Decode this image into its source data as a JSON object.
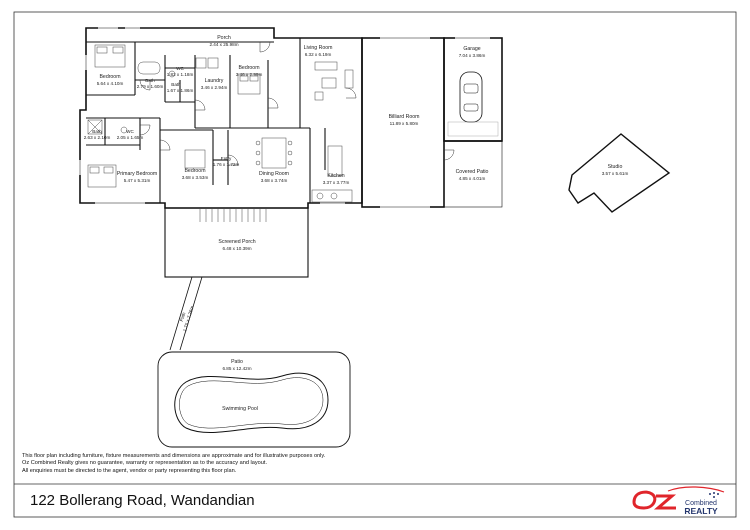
{
  "rooms": {
    "porch": {
      "name": "Porch",
      "dims": "2.44 x 25.98m"
    },
    "bedroom1": {
      "name": "Bedroom",
      "dims": "5.64 x 4.10m"
    },
    "bath1": {
      "name": "Bath",
      "dims": "2.79 x 1.60m"
    },
    "wc1": {
      "name": "WC",
      "dims": "1.82 x 1.18m"
    },
    "bath2": {
      "name": "Bath",
      "dims": "1.67 x 1.86m"
    },
    "laundry": {
      "name": "Laundry",
      "dims": "3.46 x 2.94m"
    },
    "bedroom2": {
      "name": "Bedroom",
      "dims": "3.46 x 2.99m"
    },
    "living": {
      "name": "Living Room",
      "dims": "6.32 x 6.19m"
    },
    "garage": {
      "name": "Garage",
      "dims": "7.04 x 3.86m"
    },
    "billiard": {
      "name": "Billiard Room",
      "dims": "11.89 x 5.80m"
    },
    "bath3": {
      "name": "Bath",
      "dims": "2.63 x 2.10m"
    },
    "wc2": {
      "name": "WC",
      "dims": "2.05 x 1.65m"
    },
    "primary": {
      "name": "Primary Bedroom",
      "dims": "5.47 x 5.31m"
    },
    "bedroom3": {
      "name": "Bedroom",
      "dims": "3.68 x 3.53m"
    },
    "entry": {
      "name": "Entry",
      "dims": "1.76 x 1.72m"
    },
    "dining": {
      "name": "Dining Room",
      "dims": "3.68 x 3.74m"
    },
    "kitchen": {
      "name": "Kitchen",
      "dims": "3.37 x 3.77m"
    },
    "covered_patio": {
      "name": "Covered Patio",
      "dims": "4.85 x 4.01m"
    },
    "studio": {
      "name": "Studio",
      "dims": "3.57 x 5.61m"
    },
    "screened_porch": {
      "name": "Screened Porch",
      "dims": "6.48 x 10.39m"
    },
    "path": {
      "name": "Path",
      "dims": "1.75 x 7.26m"
    },
    "patio": {
      "name": "Patio",
      "dims": "6.85 x 12.42m"
    },
    "pool": {
      "name": "Swimming Pool"
    }
  },
  "disclaimer": [
    "This floor plan including furniture, fixture measurements and dimensions are approximate and for illustrative purposes only.",
    "Oz Combined Realty gives no guarantee, warranty or representation as to the accuracy and layout.",
    "All enquiries must be directed to the agent, vendor or party representing this floor plan."
  ],
  "address": "122 Bollerang Road, Wandandian",
  "logo": {
    "oz": "Oz",
    "combined": "Combined",
    "realty": "REALTY",
    "red": "#e0252b",
    "blue": "#24366e"
  }
}
